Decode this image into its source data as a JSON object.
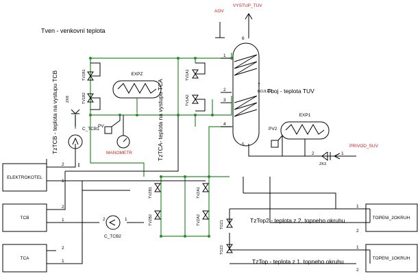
{
  "notes": {
    "tven": "Tven - venkovní teplota",
    "tboj": "Tboj - teplota TUV",
    "tztop2": "TzTop2 - teplota z 2. topneho okruhu",
    "tztop": "TzTop - teplota z 1. topneho okruhu",
    "tztcb": "TzTCB - teplota na vystupu TCB",
    "tztca": "TzTCA- teplota na vystupu TCA"
  },
  "blocks": {
    "elektrokotel": "ELEKTROKOTEL",
    "tcb": "TCB",
    "tca": "TCA",
    "topeni2": "TOPENI_2OKRUH",
    "topeni1": "TOPENI_1OKRUH",
    "bojler": "BOJLER"
  },
  "labels": {
    "aov": "AOV",
    "vystup_tuv": "VYSTUP_TUV",
    "privod_suv": "PRIVOD_SUV",
    "zk3": "ZK3",
    "zk8": "ZK8",
    "expz": "EXPZ",
    "exp1": "EXP1",
    "pv": "PV",
    "pv2": "PV2",
    "manometr": "MANOMETR",
    "c_tcb1": "C_TCB1",
    "c_tcb2": "C_TCB2",
    "tv1b1": "TV1B1",
    "tv1b2": "TV1B2",
    "tv1a1": "TV1A1",
    "tv1a2": "TV1A2",
    "tvzb1": "TVZB1",
    "tvzb2": "TVZB2",
    "tvza1": "TVZA1",
    "tvza2": "TVZA2",
    "toz1": "TOZ1",
    "toz2": "TOZ2"
  },
  "pins": {
    "p1": "1",
    "p2": "2",
    "p3": "3",
    "p4": "4",
    "p5": "5",
    "p6": "6",
    "p7": "7"
  },
  "colors": {
    "wire": "#000000",
    "pipe_green": "#2a8a2a",
    "accent_red": "#c81e1e"
  }
}
